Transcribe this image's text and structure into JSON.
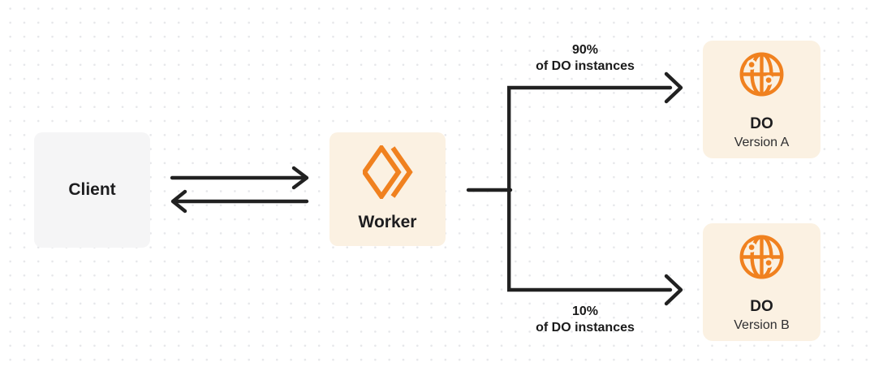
{
  "diagram": {
    "client": {
      "label": "Client"
    },
    "worker": {
      "label": "Worker"
    },
    "branches": {
      "top": {
        "percent": "90%",
        "caption": "of DO instances"
      },
      "bottom": {
        "percent": "10%",
        "caption": "of DO instances"
      }
    },
    "do_a": {
      "title": "DO",
      "version": "Version A"
    },
    "do_b": {
      "title": "DO",
      "version": "Version B"
    }
  },
  "icons": {
    "worker": "workers-brackets-icon",
    "durable_object": "globe-icon"
  },
  "colors": {
    "accent_orange": "#F0811F",
    "node_cream": "#FBF1E2",
    "client_gray": "#F5F5F6",
    "arrow_ink": "#212121",
    "text": "#1D1D1F",
    "subtext": "#2E2E30",
    "grid_dot": "#E6E7EA"
  }
}
